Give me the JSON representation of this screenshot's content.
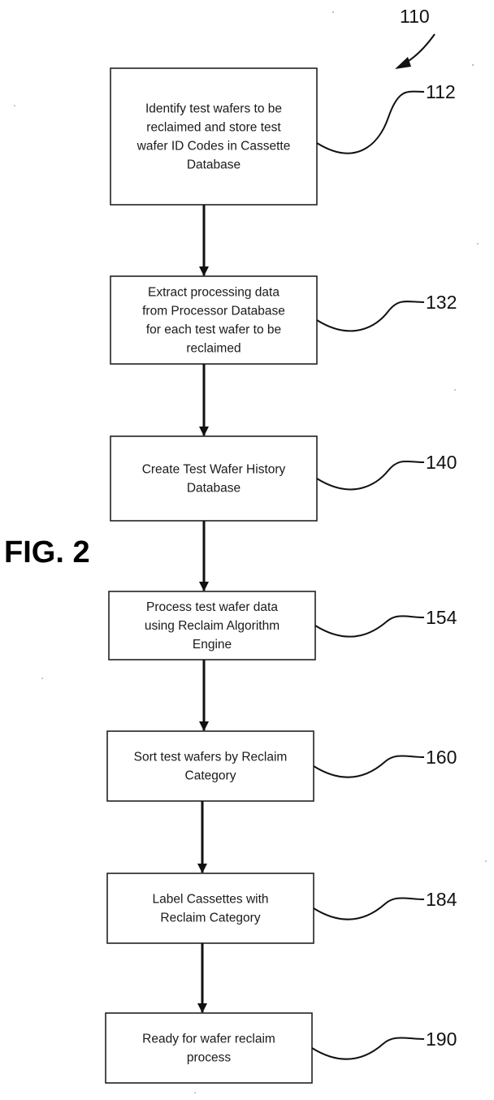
{
  "figure": {
    "label": "FIG. 2",
    "reference": "110"
  },
  "steps": [
    {
      "ref": "112",
      "lines": [
        "Identify test wafers to be",
        "reclaimed and store test",
        "wafer ID Codes in Cassette",
        "Database"
      ]
    },
    {
      "ref": "132",
      "lines": [
        "Extract processing data",
        "from Processor Database",
        "for each test wafer to be",
        "reclaimed"
      ]
    },
    {
      "ref": "140",
      "lines": [
        "Create Test Wafer History",
        "Database"
      ]
    },
    {
      "ref": "154",
      "lines": [
        "Process test wafer data",
        "using Reclaim Algorithm",
        "Engine"
      ]
    },
    {
      "ref": "160",
      "lines": [
        "Sort test wafers by Reclaim",
        "Category"
      ]
    },
    {
      "ref": "184",
      "lines": [
        "Label Cassettes with",
        "Reclaim Category"
      ]
    },
    {
      "ref": "190",
      "lines": [
        "Ready for wafer reclaim",
        "process"
      ]
    }
  ]
}
